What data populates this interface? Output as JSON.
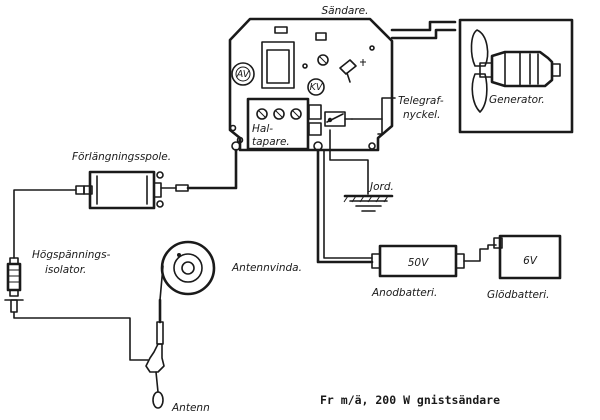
{
  "labels": {
    "transmitter": "Sändare.",
    "telegraph_key_line1": "Telegraf-",
    "telegraph_key_line2": "nyckel.",
    "generator": "Generator.",
    "holder_line1": "Hal-",
    "holder_line2": "tapare.",
    "extension_coil": "Förlängningsspole.",
    "ground": "Jord.",
    "hv_insulator_line1": "Högspännings-",
    "hv_insulator_line2": "isolator.",
    "antenna_reel": "Antennvinda.",
    "anode_battery": "Anodbatteri.",
    "glow_battery": "Glödbatteri.",
    "antenna": "Antenn",
    "anode_battery_voltage": "50V",
    "glow_battery_voltage": "6V",
    "meter_left": "AV",
    "meter_right": "KV",
    "caption": "Fr m/ä, 200 W gnistsändare"
  }
}
